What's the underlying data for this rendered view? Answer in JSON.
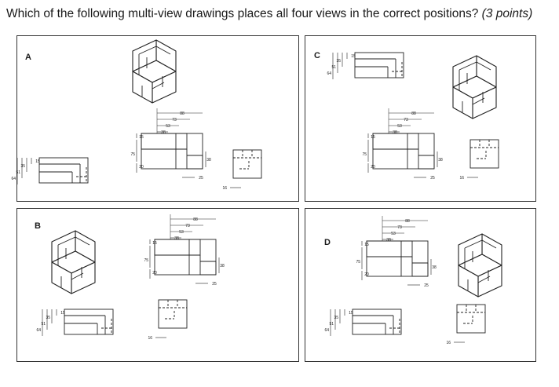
{
  "question": {
    "text": "Which of the following multi-view drawings places all four views in the correct positions?",
    "points": "(3 points)"
  },
  "options": [
    {
      "id": "option-a",
      "label": "A"
    },
    {
      "id": "option-b",
      "label": "B"
    },
    {
      "id": "option-c",
      "label": "C"
    },
    {
      "id": "option-d",
      "label": "D"
    }
  ],
  "dimensions": {
    "d88": "88",
    "d73": "73",
    "d53": "53",
    "d38": "38",
    "d15": "15",
    "d75": "75",
    "d20": "20",
    "d38v": "38",
    "d25": "25",
    "d35": "35",
    "d51": "51",
    "d64": "64",
    "d15b": "15",
    "d16": "16"
  }
}
